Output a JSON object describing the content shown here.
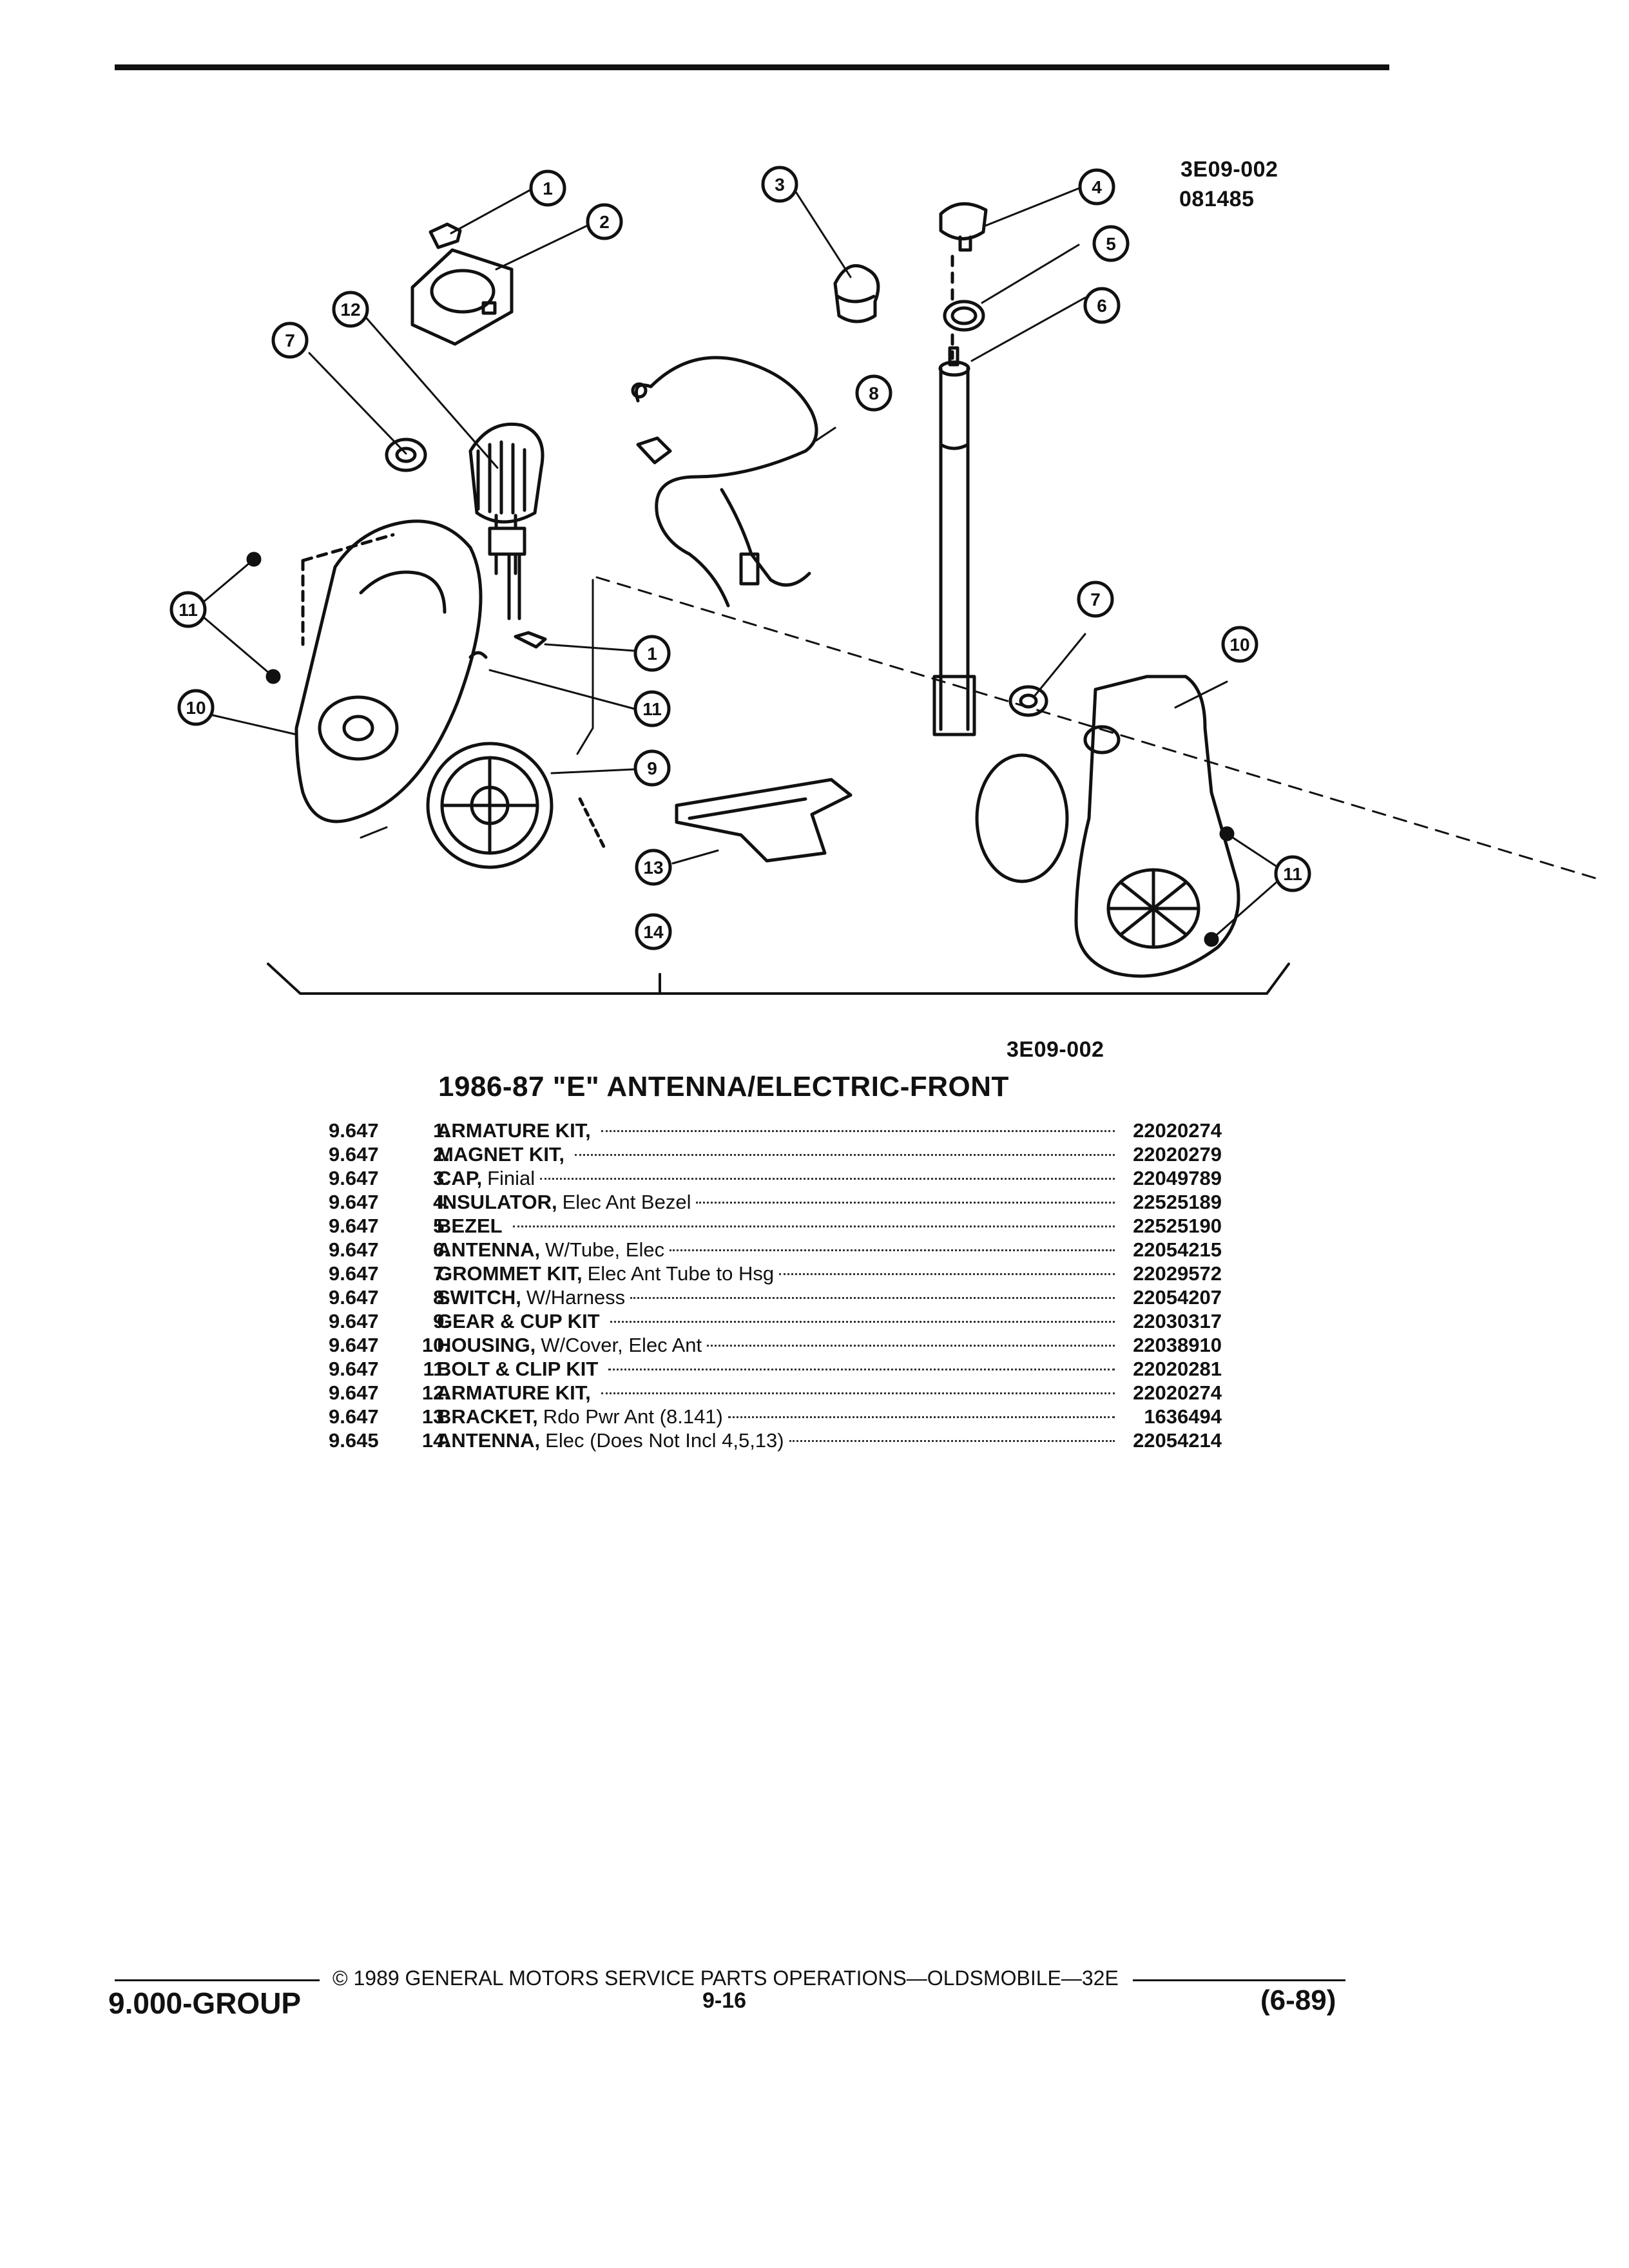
{
  "header": {
    "ref_top": "3E09-002",
    "ref_date": "081485",
    "ref_mid": "3E09-002"
  },
  "title": "1986-87 \"E\" ANTENNA/ELECTRIC-FRONT",
  "callouts": [
    "1",
    "2",
    "3",
    "4",
    "5",
    "6",
    "7",
    "12",
    "8",
    "11",
    "10",
    "7",
    "1",
    "11",
    "10",
    "9",
    "13",
    "11",
    "14"
  ],
  "parts": [
    {
      "num": "1.",
      "group": "9.647",
      "name": "ARMATURE KIT,",
      "qualifier": "",
      "part": "22020274"
    },
    {
      "num": "2.",
      "group": "9.647",
      "name": "MAGNET KIT,",
      "qualifier": "",
      "part": "22020279"
    },
    {
      "num": "3.",
      "group": "9.647",
      "name": "CAP,",
      "qualifier": "Finial",
      "part": "22049789"
    },
    {
      "num": "4.",
      "group": "9.647",
      "name": "INSULATOR,",
      "qualifier": "Elec Ant Bezel",
      "part": "22525189"
    },
    {
      "num": "5.",
      "group": "9.647",
      "name": "BEZEL",
      "qualifier": "",
      "part": "22525190"
    },
    {
      "num": "6.",
      "group": "9.647",
      "name": "ANTENNA,",
      "qualifier": "W/Tube, Elec",
      "part": "22054215"
    },
    {
      "num": "7.",
      "group": "9.647",
      "name": "GROMMET KIT,",
      "qualifier": "Elec Ant Tube to Hsg",
      "part": "22029572"
    },
    {
      "num": "8.",
      "group": "9.647",
      "name": "SWITCH,",
      "qualifier": "W/Harness",
      "part": "22054207"
    },
    {
      "num": "9.",
      "group": "9.647",
      "name": "GEAR & CUP KIT",
      "qualifier": "",
      "part": "22030317"
    },
    {
      "num": "10.",
      "group": "9.647",
      "name": "HOUSING,",
      "qualifier": "W/Cover, Elec Ant",
      "part": "22038910"
    },
    {
      "num": "11.",
      "group": "9.647",
      "name": "BOLT & CLIP KIT",
      "qualifier": "",
      "part": "22020281"
    },
    {
      "num": "12.",
      "group": "9.647",
      "name": "ARMATURE KIT,",
      "qualifier": "",
      "part": "22020274"
    },
    {
      "num": "13.",
      "group": "9.647",
      "name": "BRACKET,",
      "qualifier": "Rdo Pwr Ant (8.141)",
      "part": "1636494"
    },
    {
      "num": "14.",
      "group": "9.645",
      "name": "ANTENNA,",
      "qualifier": "Elec (Does Not Incl 4,5,13)",
      "part": "22054214"
    }
  ],
  "footer": {
    "copyright": "© 1989 GENERAL MOTORS SERVICE PARTS OPERATIONS—OLDSMOBILE—32E",
    "group": "9.000-GROUP",
    "page": "9-16",
    "date": "(6-89)"
  }
}
